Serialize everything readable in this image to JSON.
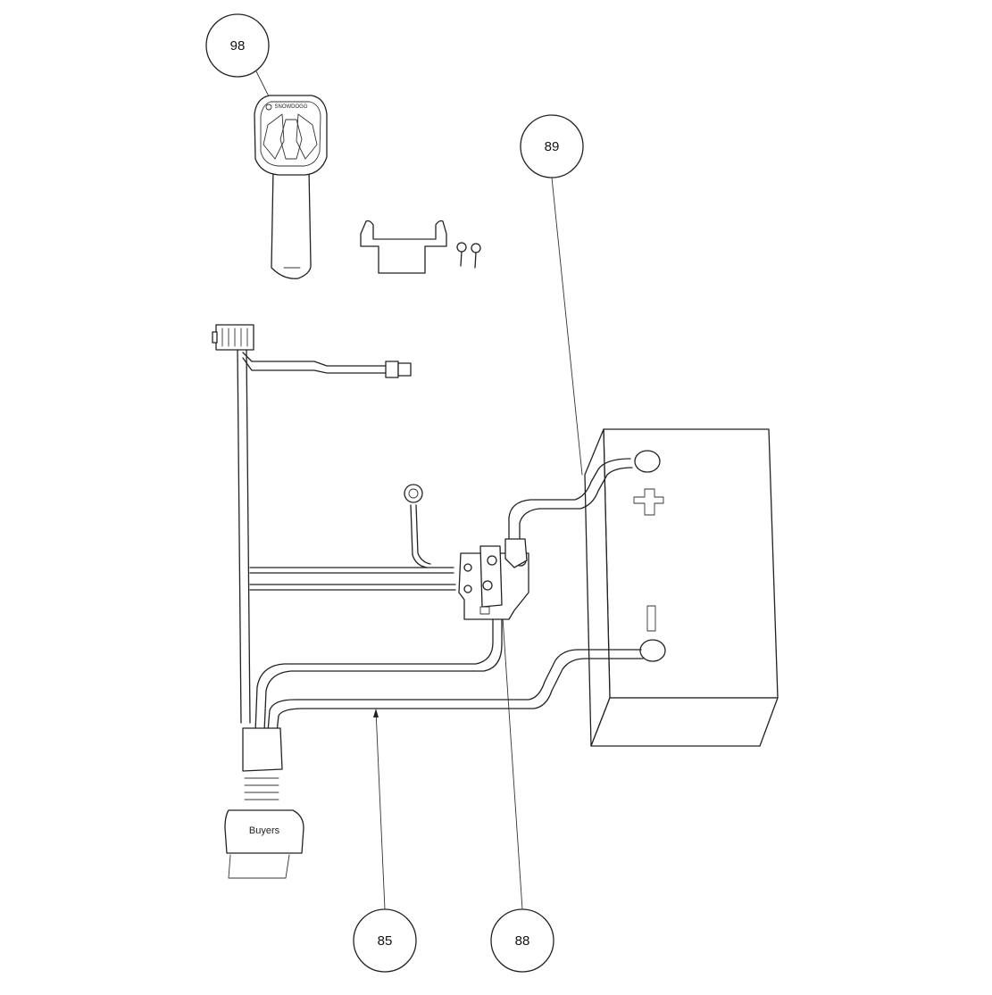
{
  "callouts": {
    "c98": "98",
    "c89": "89",
    "c85": "85",
    "c88": "88"
  },
  "control_brand": "SNOWDOGG",
  "plug_brand": "Buyers",
  "battery": {
    "positive_symbol": "+",
    "negative_symbol": "–"
  },
  "colors": {
    "line": "#222222",
    "background": "#ffffff"
  }
}
